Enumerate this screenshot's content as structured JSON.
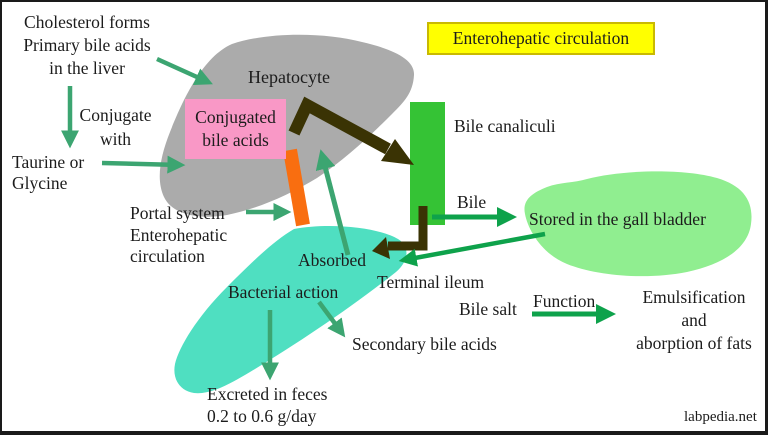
{
  "title": "Enterohepatic circulation",
  "watermark": "labpedia.net",
  "labels": {
    "cholesterol": "Cholesterol forms\nPrimary bile acids\nin the liver",
    "conjugate": "Conjugate\nwith",
    "taurine": "Taurine or\nGlycine",
    "hepatocyte": "Hepatocyte",
    "conjugated_bile_acids": "Conjugated\nbile acids",
    "bile_canaliculi": "Bile canaliculi",
    "bile": "Bile",
    "stored": "Stored in the gall bladder",
    "portal": "Portal system\nEnterohepatic\ncirculation",
    "absorbed": "Absorbed",
    "terminal_ileum": "Terminal ileum",
    "bacterial_action": "Bacterial action",
    "secondary": "Secondary bile acids",
    "excreted": "Excreted in feces\n0.2 to 0.6 g/day",
    "bile_salt": "Bile salt",
    "function": "Function",
    "emulsification": "Emulsification\nand\naborption of fats"
  },
  "colors": {
    "liver_gray": "#ABABAB",
    "pink": "#F998C6",
    "yellow": "#FFFF00",
    "yellow_border": "#C9B902",
    "green_rect": "#35C335",
    "gall_green": "#90EE90",
    "teal": "#4FDFC1",
    "orange": "#F96E10",
    "dark_olive": "#3A3304",
    "arrow_sea": "#3CA571",
    "arrow_vivid": "#0EA24B",
    "text": "#1C1C1C",
    "border": "#1A1A1A"
  }
}
